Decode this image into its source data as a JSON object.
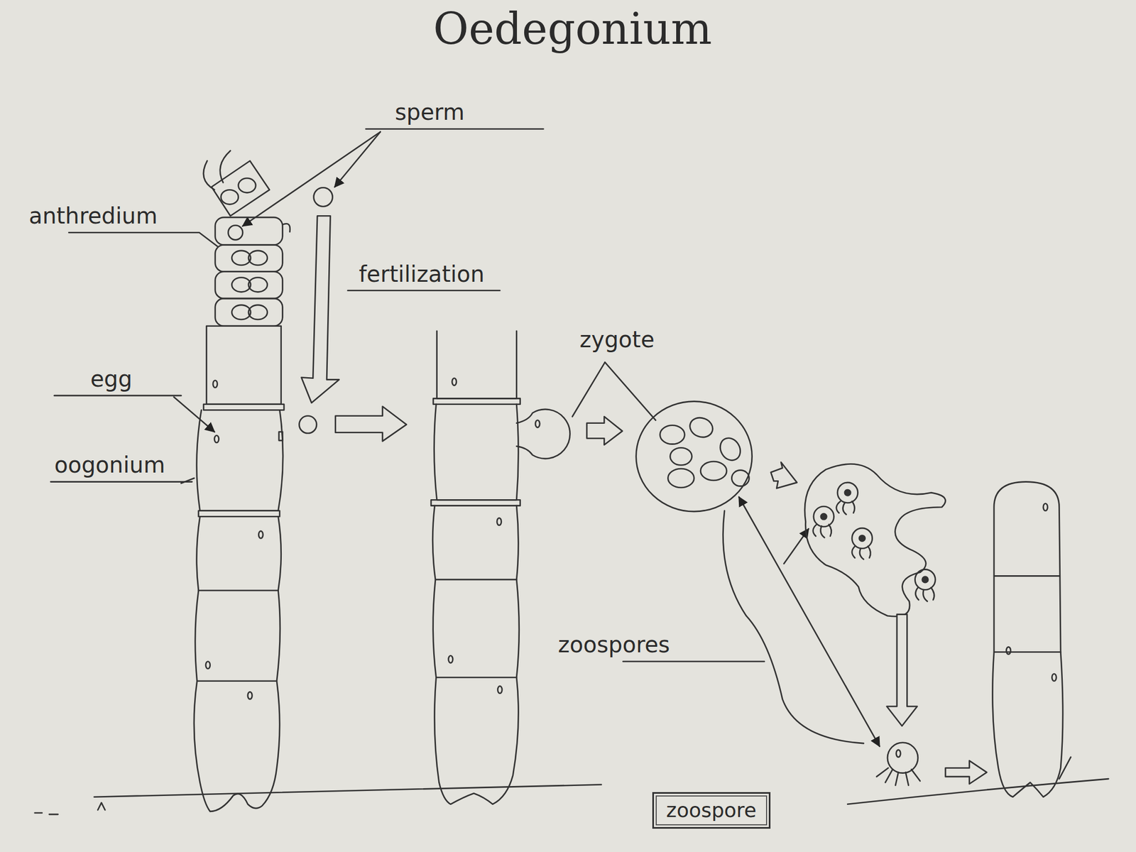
{
  "diagram": {
    "title": "Oedegonium",
    "nodes": [
      {
        "text": [
          "zoospore"
        ]
      }
    ],
    "labels": [
      "sperm",
      "anthredium",
      "fertilization",
      "egg",
      "oogonium",
      "zygote",
      "zoospores"
    ]
  }
}
